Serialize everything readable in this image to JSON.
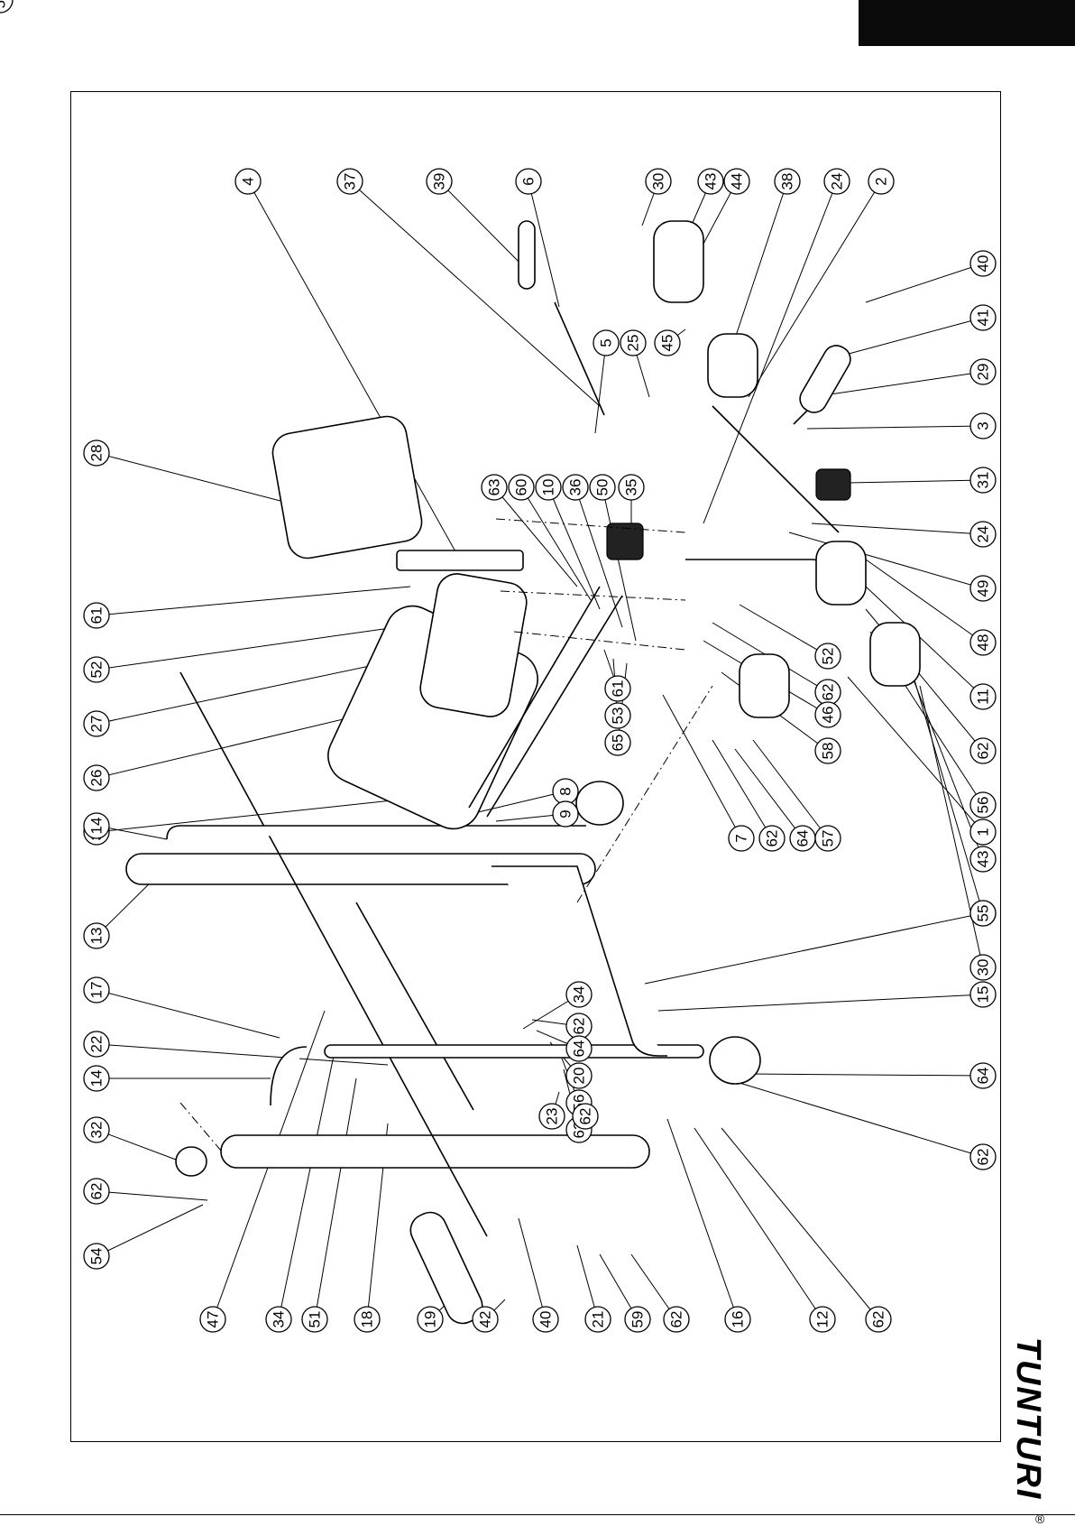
{
  "brand": {
    "logo_text": "TUNTURI",
    "registered_mark": "®"
  },
  "callouts": [
    {
      "label": "4"
    },
    {
      "label": "37"
    },
    {
      "label": "39"
    },
    {
      "label": "6"
    },
    {
      "label": "30"
    },
    {
      "label": "43"
    },
    {
      "label": "44"
    },
    {
      "label": "38"
    },
    {
      "label": "24"
    },
    {
      "label": "2"
    },
    {
      "label": "40"
    },
    {
      "label": "41"
    },
    {
      "label": "29"
    },
    {
      "label": "3"
    },
    {
      "label": "31"
    },
    {
      "label": "24"
    },
    {
      "label": "49"
    },
    {
      "label": "48"
    },
    {
      "label": "11"
    },
    {
      "label": "62"
    },
    {
      "label": "56"
    },
    {
      "label": "43"
    },
    {
      "label": "44"
    },
    {
      "label": "30"
    },
    {
      "label": "5"
    },
    {
      "label": "25"
    },
    {
      "label": "45"
    },
    {
      "label": "28"
    },
    {
      "label": "61"
    },
    {
      "label": "52"
    },
    {
      "label": "27"
    },
    {
      "label": "26"
    },
    {
      "label": "33"
    },
    {
      "label": "14"
    },
    {
      "label": "13"
    },
    {
      "label": "17"
    },
    {
      "label": "22"
    },
    {
      "label": "14"
    },
    {
      "label": "32"
    },
    {
      "label": "62"
    },
    {
      "label": "54"
    },
    {
      "label": "63"
    },
    {
      "label": "60"
    },
    {
      "label": "10"
    },
    {
      "label": "36"
    },
    {
      "label": "50"
    },
    {
      "label": "35"
    },
    {
      "label": "52"
    },
    {
      "label": "62"
    },
    {
      "label": "46"
    },
    {
      "label": "58"
    },
    {
      "label": "8"
    },
    {
      "label": "9"
    },
    {
      "label": "61"
    },
    {
      "label": "53"
    },
    {
      "label": "65"
    },
    {
      "label": "7"
    },
    {
      "label": "62"
    },
    {
      "label": "64"
    },
    {
      "label": "57"
    },
    {
      "label": "1"
    },
    {
      "label": "34"
    },
    {
      "label": "62"
    },
    {
      "label": "64"
    },
    {
      "label": "20"
    },
    {
      "label": "56"
    },
    {
      "label": "62"
    },
    {
      "label": "23"
    },
    {
      "label": "62"
    },
    {
      "label": "55"
    },
    {
      "label": "15"
    },
    {
      "label": "64"
    },
    {
      "label": "62"
    },
    {
      "label": "47"
    },
    {
      "label": "34"
    },
    {
      "label": "51"
    },
    {
      "label": "18"
    },
    {
      "label": "19"
    },
    {
      "label": "42"
    },
    {
      "label": "40"
    },
    {
      "label": "21"
    },
    {
      "label": "59"
    },
    {
      "label": "62"
    },
    {
      "label": "16"
    },
    {
      "label": "12"
    },
    {
      "label": "62"
    },
    {
      "label": "59"
    }
  ]
}
